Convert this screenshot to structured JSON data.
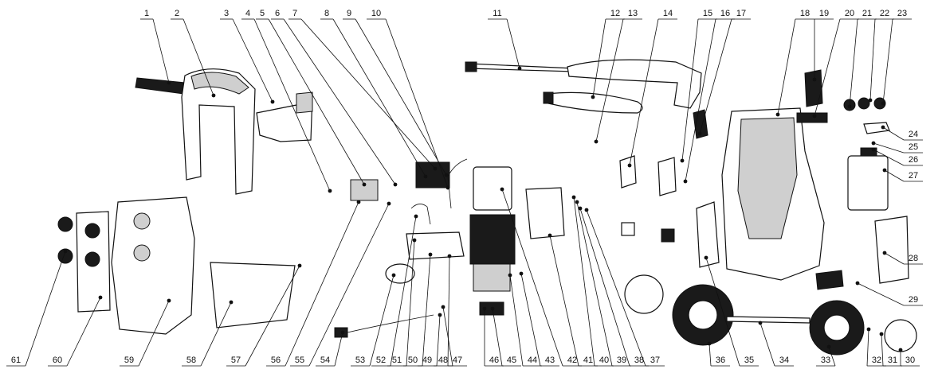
{
  "diagram": {
    "type": "exploded-parts-diagram",
    "part_numbers": [
      "1",
      "2",
      "3",
      "4",
      "5",
      "6",
      "7",
      "8",
      "9",
      "10",
      "11",
      "12",
      "13",
      "14",
      "15",
      "16",
      "17",
      "18",
      "19",
      "20",
      "21",
      "22",
      "23",
      "24",
      "25",
      "26",
      "27",
      "28",
      "29",
      "30",
      "31",
      "32",
      "33",
      "34",
      "35",
      "36",
      "37",
      "38",
      "39",
      "40",
      "41",
      "42",
      "43",
      "44",
      "45",
      "46",
      "47",
      "48",
      "49",
      "50",
      "51",
      "52",
      "53",
      "54",
      "55",
      "56",
      "57",
      "58",
      "59",
      "60",
      "61"
    ]
  }
}
